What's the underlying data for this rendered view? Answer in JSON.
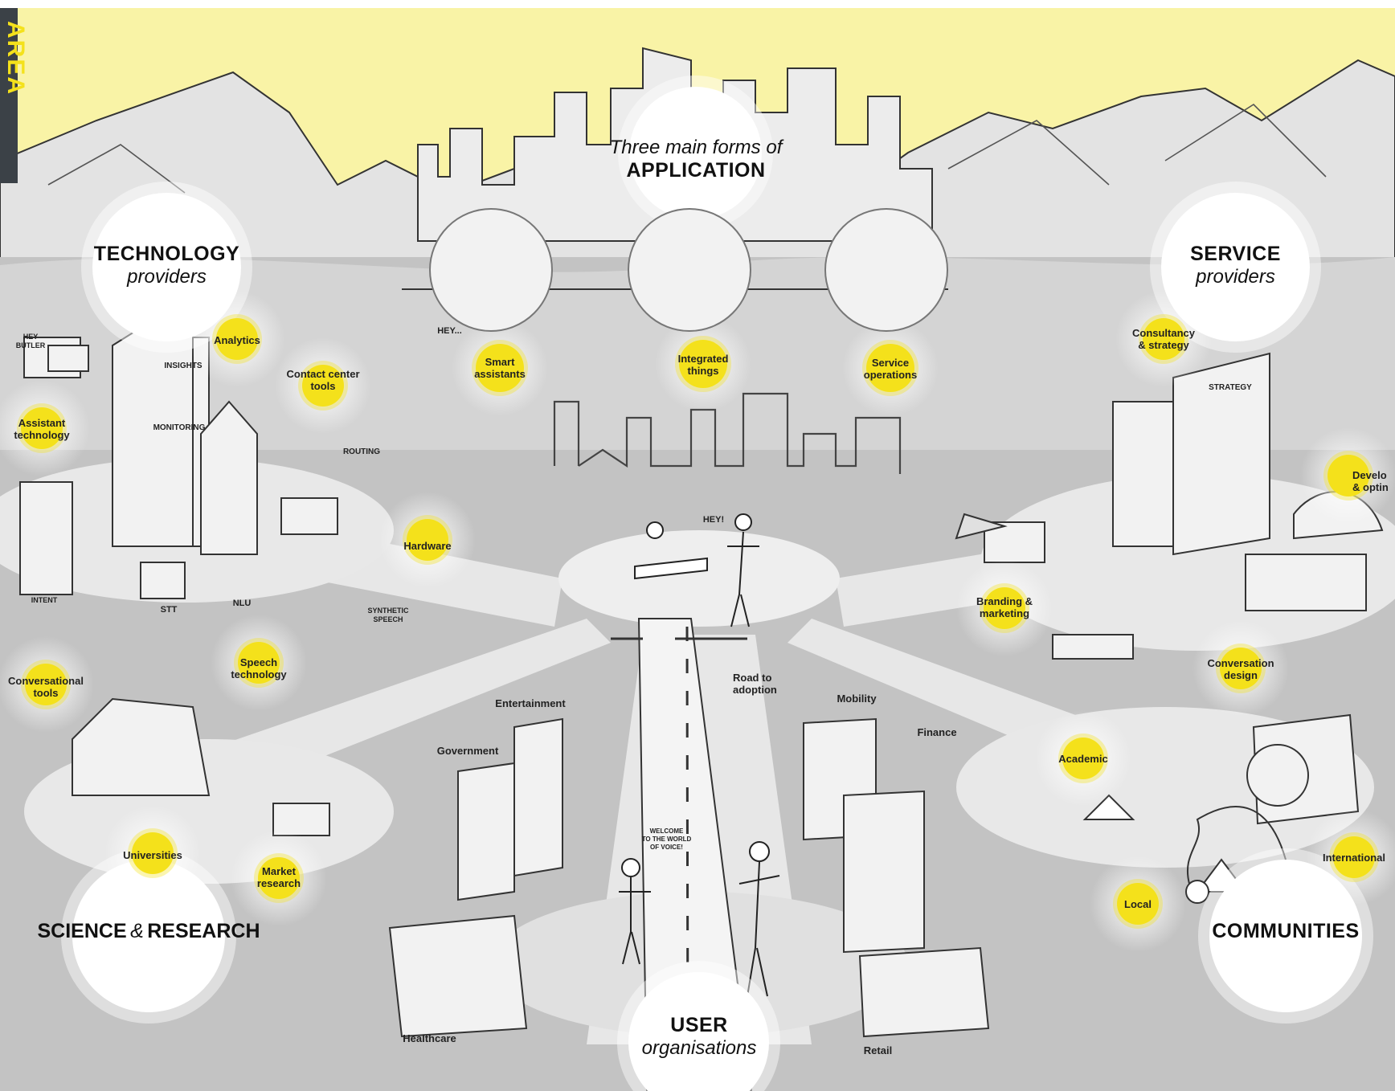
{
  "side_tab": "AREA",
  "header": {
    "line1": "Three main forms of",
    "line2": "APPLICATION"
  },
  "stakeholders": {
    "technology": {
      "bold": "TECHNOLOGY",
      "italic": "providers"
    },
    "service": {
      "bold": "SERVICE",
      "italic": "providers"
    },
    "science": {
      "part1": "SCIENCE",
      "amp": "&",
      "part2": "RESEARCH"
    },
    "communities": {
      "bold": "COMMUNITIES"
    },
    "user": {
      "bold": "USER",
      "italic": "organisations"
    }
  },
  "applications": [
    {
      "label": "Smart\nassistants"
    },
    {
      "label": "Integrated\nthings"
    },
    {
      "label": "Service\noperations"
    }
  ],
  "technology_labels": {
    "analytics": "Analytics",
    "contact_center": "Contact center\ntools",
    "assistant_tech": "Assistant\ntechnology",
    "hardware": "Hardware",
    "speech": "Speech\ntechnology",
    "conversational": "Conversational\ntools"
  },
  "service_labels": {
    "consultancy": "Consultancy\n& strategy",
    "development": "Develo\n& optin",
    "branding": "Branding &\nmarketing",
    "conversation_design": "Conversation\ndesign"
  },
  "science_labels": {
    "universities": "Universities",
    "market_research": "Market\nresearch"
  },
  "community_labels": {
    "academic": "Academic",
    "international": "International",
    "local": "Local"
  },
  "user_labels": {
    "entertainment": "Entertainment",
    "government": "Government",
    "road": "Road to\nadoption",
    "mobility": "Mobility",
    "finance": "Finance",
    "healthcare": "Healthcare",
    "retail": "Retail"
  },
  "sketch_text": {
    "hey": "HEY...",
    "hey2": "HEY!",
    "insights": "INSIGHTS",
    "monitoring": "MONITORING",
    "routing": "ROUTING",
    "stt": "STT",
    "nlu": "NLU",
    "synthetic": "SYNTHETIC\nSPEECH",
    "intent": "INTENT",
    "strategy": "STRATEGY",
    "welcome": "WELCOME\nTO THE WORLD\nOF VOICE!",
    "hey_bubble": "HEY\nBUTLER"
  },
  "colors": {
    "sky": "#f9f3a6",
    "accent_yellow": "#f4e11b",
    "ground": "#c4c4c4",
    "tab": "#3b4147",
    "circle": "#ffffff"
  }
}
